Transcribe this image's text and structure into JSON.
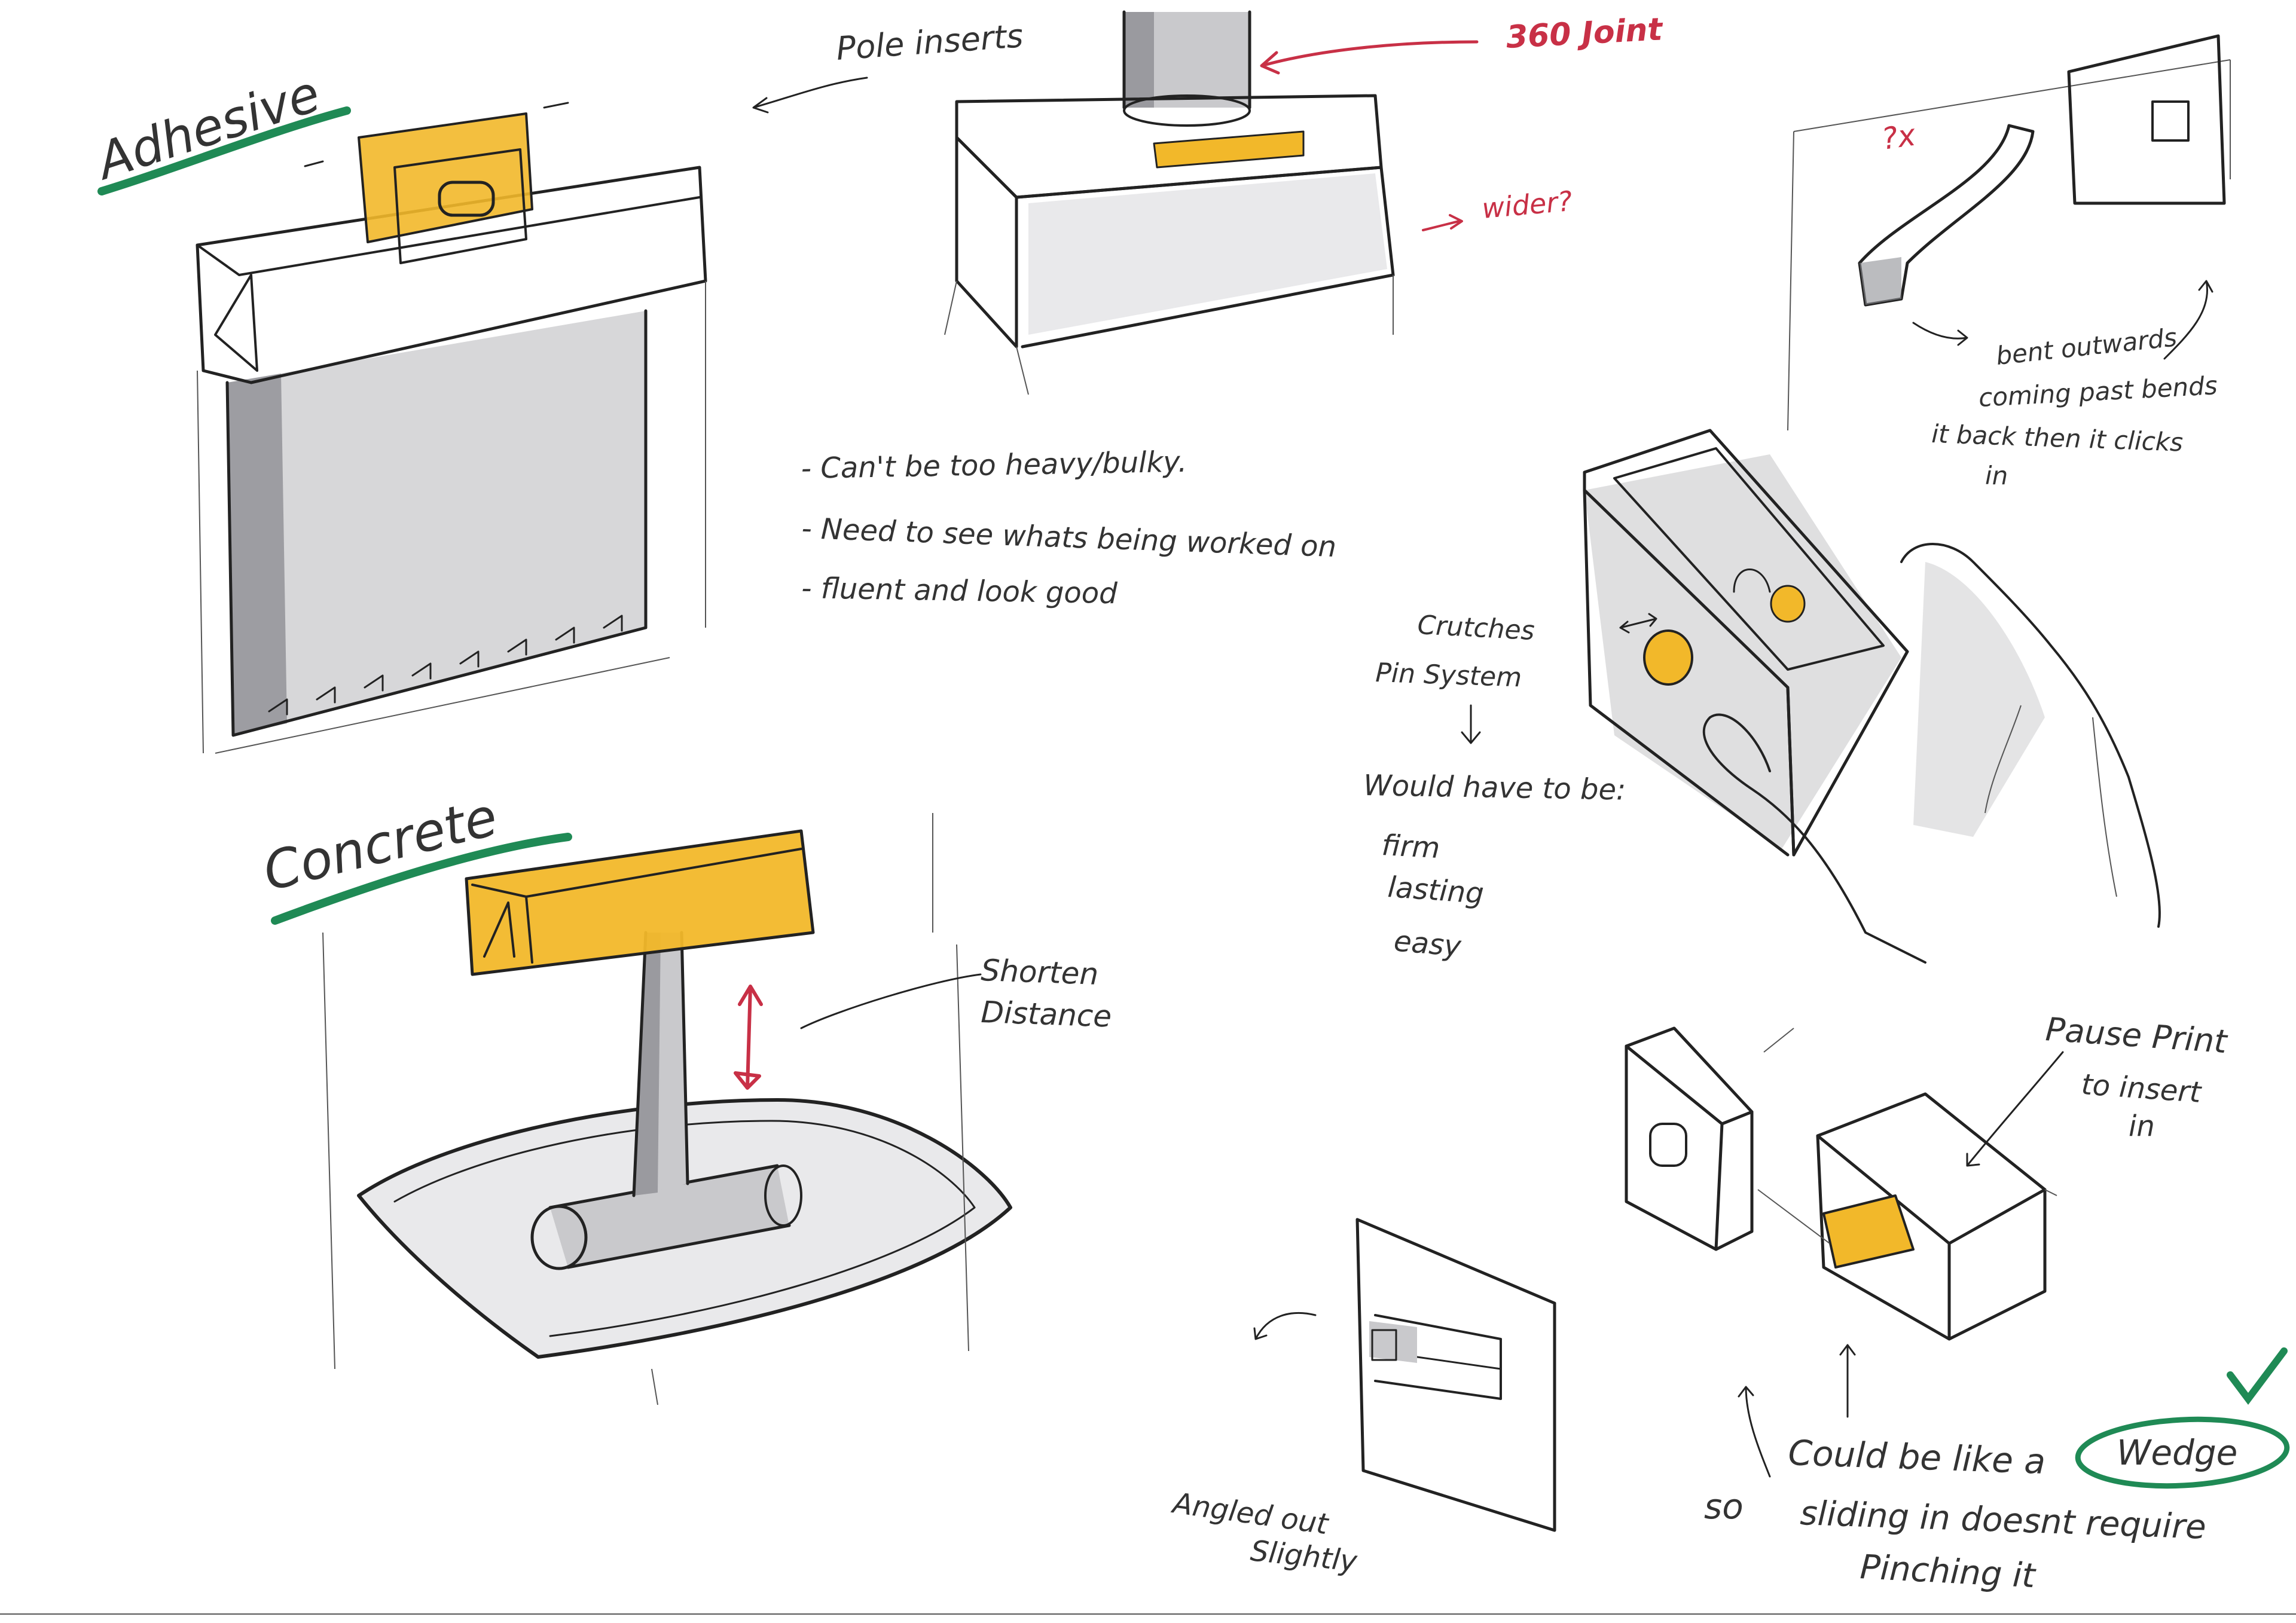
{
  "headings": {
    "adhesive": "Adhesive",
    "concrete": "Concrete"
  },
  "annotations": {
    "pole_inserts": "Pole inserts",
    "joint_360": "360 Joint",
    "wider": "wider?",
    "question_x": "?x",
    "bent_outwards": "bent outwards",
    "coming_past": "coming past bends",
    "it_back": "it back then it clicks",
    "in": "in",
    "crutches": "Crutches",
    "pin_system": "Pin System",
    "would_have": "Would have to be:",
    "firm": "firm",
    "lasting": "lasting",
    "easy": "easy",
    "shorten": "Shorten",
    "distance": "Distance",
    "pause_print": "Pause Print",
    "to_insert": "to insert",
    "in2": "in",
    "angled_out": "Angled out",
    "slightly": "Slightly",
    "could_be": "Could be like a",
    "wedge": "Wedge",
    "so": "so",
    "sliding": "sliding in doesnt require",
    "pinching": "Pinching it"
  },
  "notes": [
    "- Can't be too heavy/bulky.",
    "- Need to see whats being worked on",
    "- fluent and look good"
  ],
  "colors": {
    "ink": "#222222",
    "red_ink": "#c83046",
    "green_underline": "#1f8a55",
    "yellow_marker": "#f2b82a",
    "grey_marker": "#c9c9cc"
  }
}
